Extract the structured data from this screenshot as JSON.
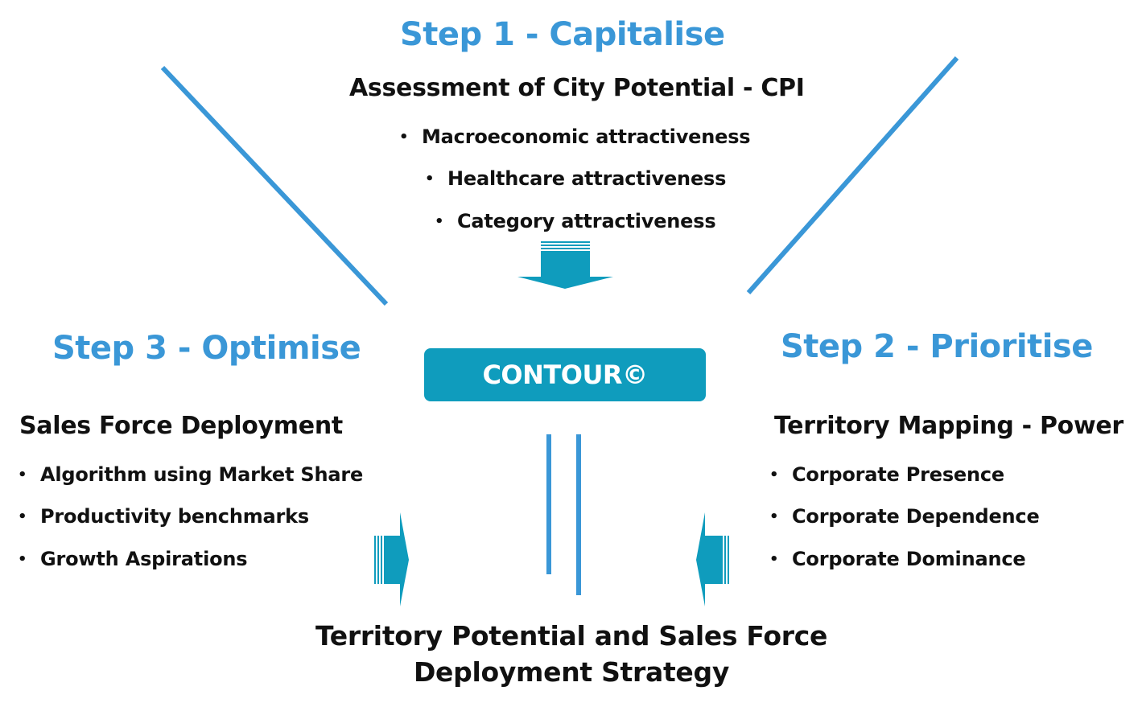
{
  "step1": {
    "title": "Step 1 - Capitalise",
    "subtitle": "Assessment of City Potential - CPI",
    "bullets": [
      "Macroeconomic attractiveness",
      "Healthcare attractiveness",
      "Category attractiveness"
    ]
  },
  "step2": {
    "title": "Step 2 - Prioritise",
    "subtitle": "Territory Mapping - Power",
    "bullets": [
      "Corporate Presence",
      "Corporate Dependence",
      "Corporate Dominance"
    ]
  },
  "step3": {
    "title": "Step 3 - Optimise",
    "subtitle": "Sales Force Deployment",
    "bullets": [
      "Algorithm using Market Share",
      "Productivity benchmarks",
      "Growth Aspirations"
    ]
  },
  "center": {
    "label": "CONTOUR©"
  },
  "result": {
    "line1": "Territory Potential and Sales Force",
    "line2": "Deployment Strategy"
  },
  "colors": {
    "step_title": "#3a97d7",
    "line": "#3a97d7",
    "arrow": "#0f9cbd",
    "box": "#0f9cbd",
    "text": "#111111"
  },
  "icons": {
    "bullet": "•",
    "arrow_down": "arrow-down-icon",
    "arrow_right": "arrow-right-icon",
    "arrow_left": "arrow-left-icon"
  }
}
